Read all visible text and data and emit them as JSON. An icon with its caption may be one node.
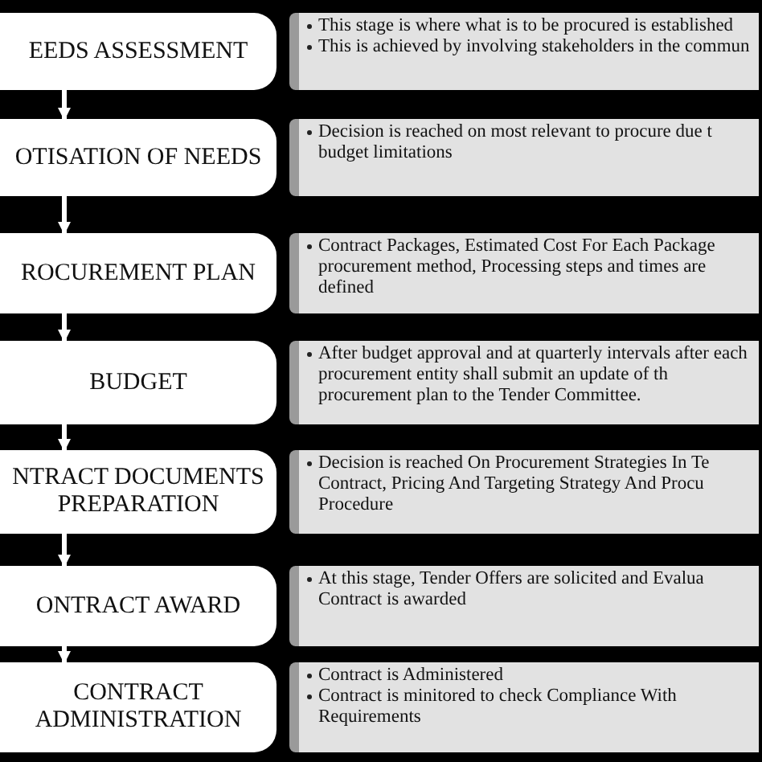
{
  "diagram": {
    "nodes": [
      {
        "text": [
          "EEDS ASSESSMENT"
        ]
      },
      {
        "text": [
          "This stage is where what is to be procured is established",
          "This is achieved by involving stakeholders in the commun"
        ]
      },
      {
        "text": [
          "OTISATION OF NEEDS"
        ]
      },
      {
        "text": [
          "Decision is reached on most relevant to procure due t budget limitations"
        ]
      },
      {
        "text": [
          "ROCUREMENT PLAN"
        ]
      },
      {
        "text": [
          "Contract Packages, Estimated Cost For Each Package procurement method, Processing steps and times are defined"
        ]
      },
      {
        "text": [
          "BUDGET"
        ]
      },
      {
        "text": [
          "After budget approval and at quarterly intervals after each procurement entity shall submit an update of th procurement plan to the Tender Committee."
        ]
      },
      {
        "text": [
          "NTRACT DOCUMENTS PREPARATION"
        ]
      },
      {
        "text": [
          "Decision is reached On Procurement Strategies In Te Contract, Pricing And Targeting Strategy And Procu Procedure"
        ]
      },
      {
        "text": [
          "ONTRACT AWARD"
        ]
      },
      {
        "text": [
          "At this stage, Tender Offers are solicited and Evalua Contract is awarded"
        ]
      },
      {
        "text": [
          "CONTRACT ADMINISTRATION"
        ]
      },
      {
        "text": [
          "Contract is Administered",
          "Contract is minitored to check Compliance With Requirements"
        ]
      }
    ],
    "edges": [
      {
        "from": 0,
        "to": 2,
        "arrow": "to"
      },
      {
        "from": 2,
        "to": 4,
        "arrow": "to"
      },
      {
        "from": 4,
        "to": 6,
        "arrow": "to"
      },
      {
        "from": 6,
        "to": 8,
        "arrow": "to"
      },
      {
        "from": 8,
        "to": 10,
        "arrow": "to"
      },
      {
        "from": 10,
        "to": 12,
        "arrow": "to"
      }
    ]
  }
}
